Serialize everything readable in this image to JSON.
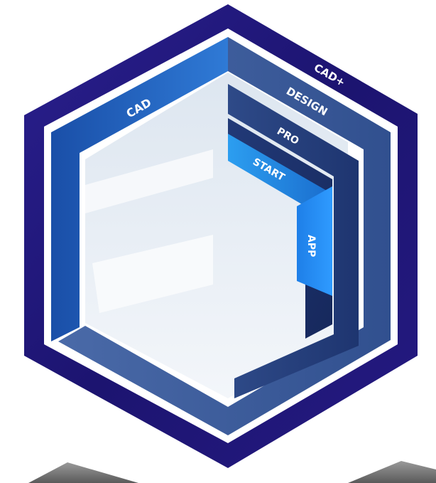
{
  "labels": {
    "cad_plus": "CAD+",
    "cad": "CAD",
    "design": "DESIGN",
    "pro": "PRO",
    "start": "START",
    "app": "APP"
  },
  "colors": {
    "outer_hex": "#1f1677",
    "cad_band": "#1f5fc0",
    "cad_plus_band": "#3a5a9c",
    "design_band": "#273f78",
    "pro_band": "#1b2e66",
    "start_band": "#2a8fe6",
    "app_band": "#1a7fea",
    "inner_fill": "#e9eef5"
  }
}
